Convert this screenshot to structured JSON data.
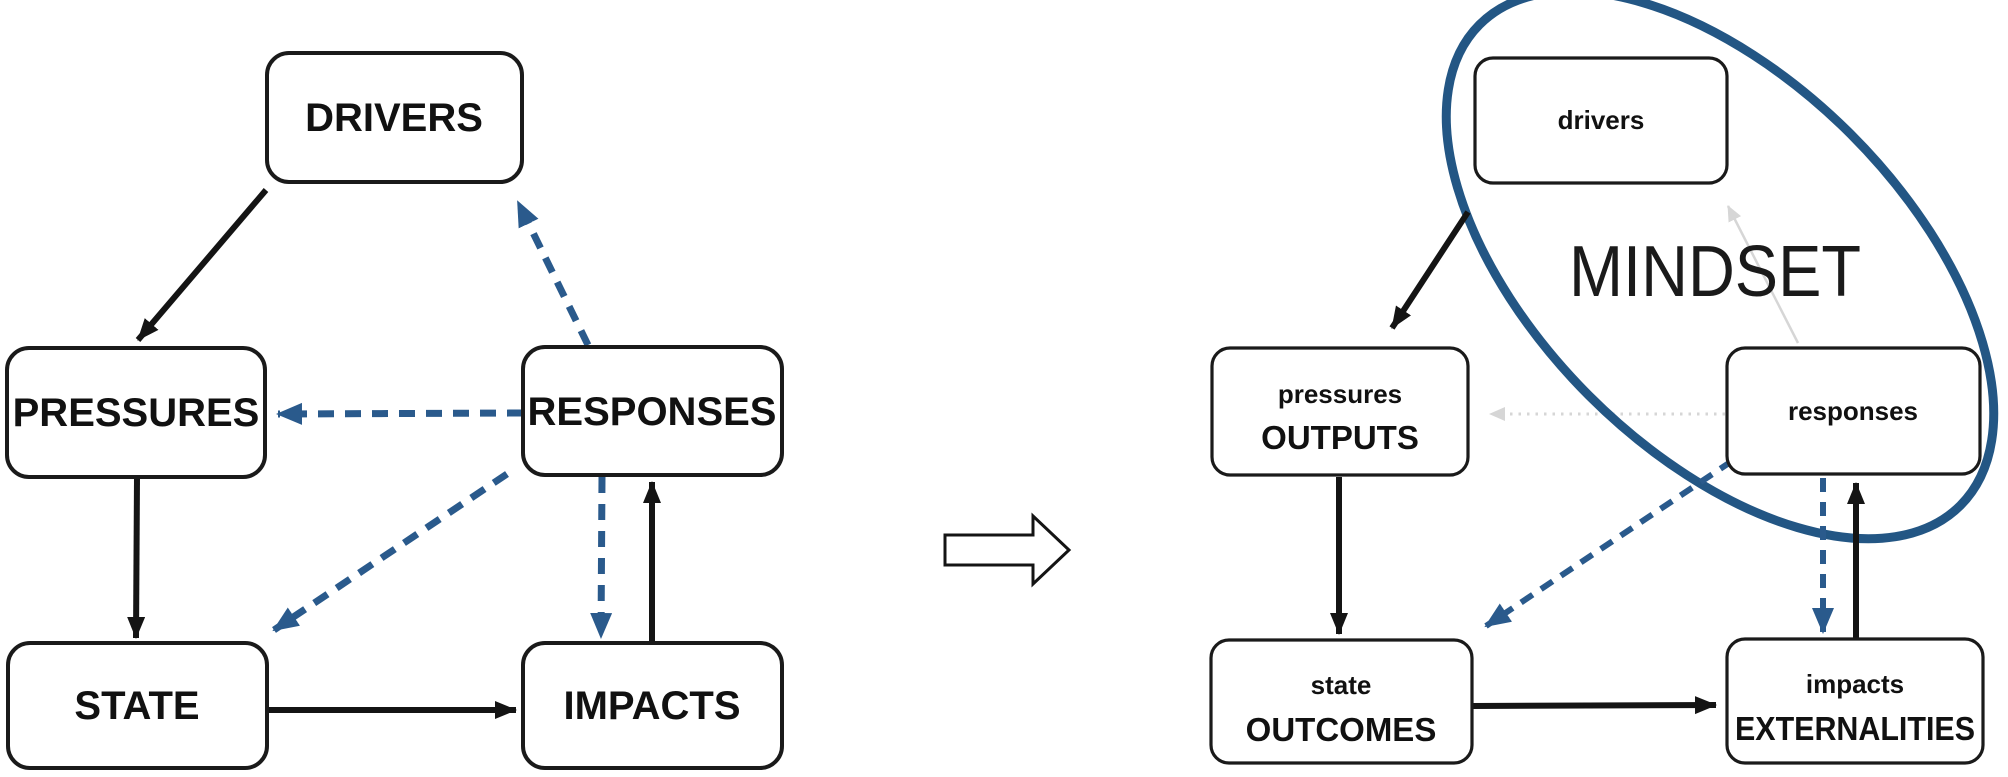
{
  "left_diagram": {
    "boxes": {
      "drivers": "DRIVERS",
      "pressures": "PRESSURES",
      "responses": "RESPONSES",
      "state": "STATE",
      "impacts": "IMPACTS"
    }
  },
  "middle": {
    "arrow_icon": "right-block-arrow"
  },
  "right_diagram": {
    "mindset_label": "MINDSET",
    "boxes": {
      "drivers": {
        "line1": "drivers"
      },
      "pressures": {
        "line1": "pressures",
        "line2": "OUTPUTS"
      },
      "responses": {
        "line1": "responses"
      },
      "state": {
        "line1": "state",
        "line2": "OUTCOMES"
      },
      "impacts": {
        "line1": "impacts",
        "line2": "EXTERNALITIES"
      }
    }
  },
  "colors": {
    "dashed_arrow_blue": "#2A5A8C",
    "ellipse_blue": "#235684",
    "solid_arrow_black": "#141414",
    "faded_arrow_gray": "#D6D6D6",
    "box_border": "#1A1A1A",
    "background": "#FFFFFF"
  }
}
